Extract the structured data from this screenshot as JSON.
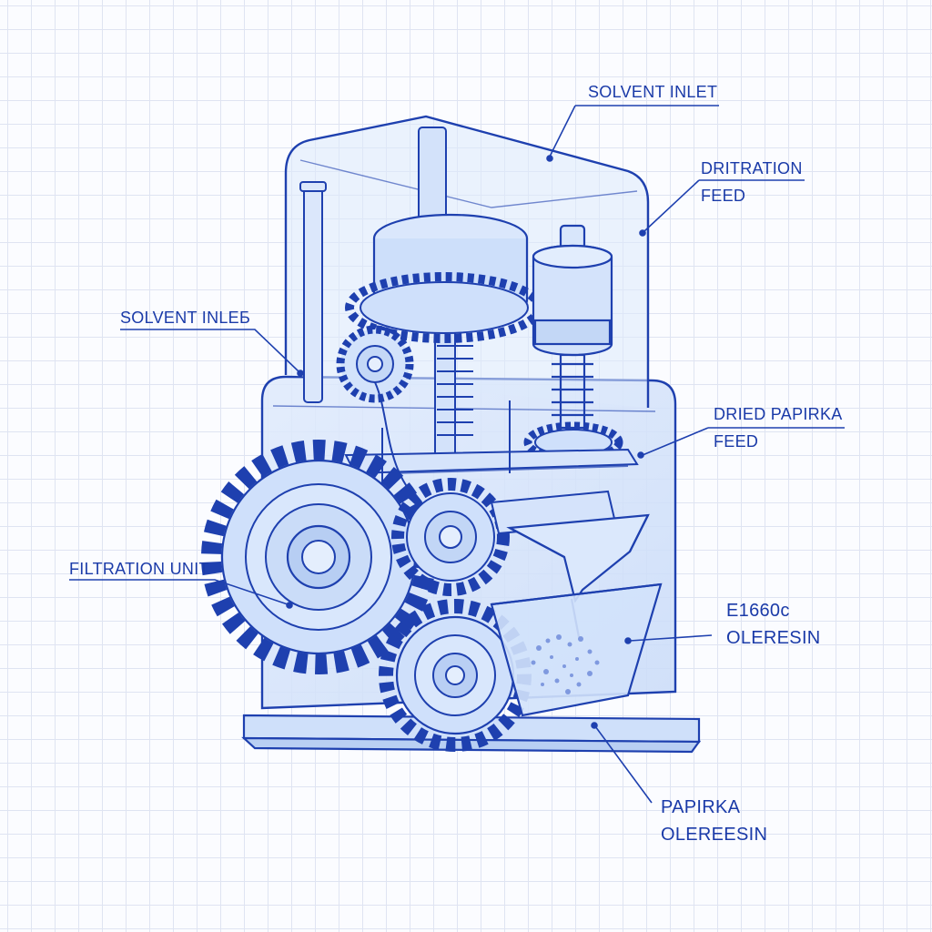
{
  "labels": {
    "solvent_inlet_top": "SOLVENT INLET",
    "dritration_feed": [
      "DRITRATION",
      "FEED"
    ],
    "solvent_inleb_left": "SOLVENT INLEБ",
    "dried_papirka_feed": [
      "DRIED PAPIRKA",
      "FEED"
    ],
    "filtration_unit": "FILTRATION UNIT",
    "e1660c_oleresin": [
      "E1660c",
      "OLERESIN"
    ],
    "papirka_olereesin": [
      "PAPIRKA",
      "OLEREESIN"
    ]
  },
  "colors": {
    "ink": "#1a3aa8",
    "fill": "#d9e6fb",
    "grid": "#dfe4f2"
  }
}
